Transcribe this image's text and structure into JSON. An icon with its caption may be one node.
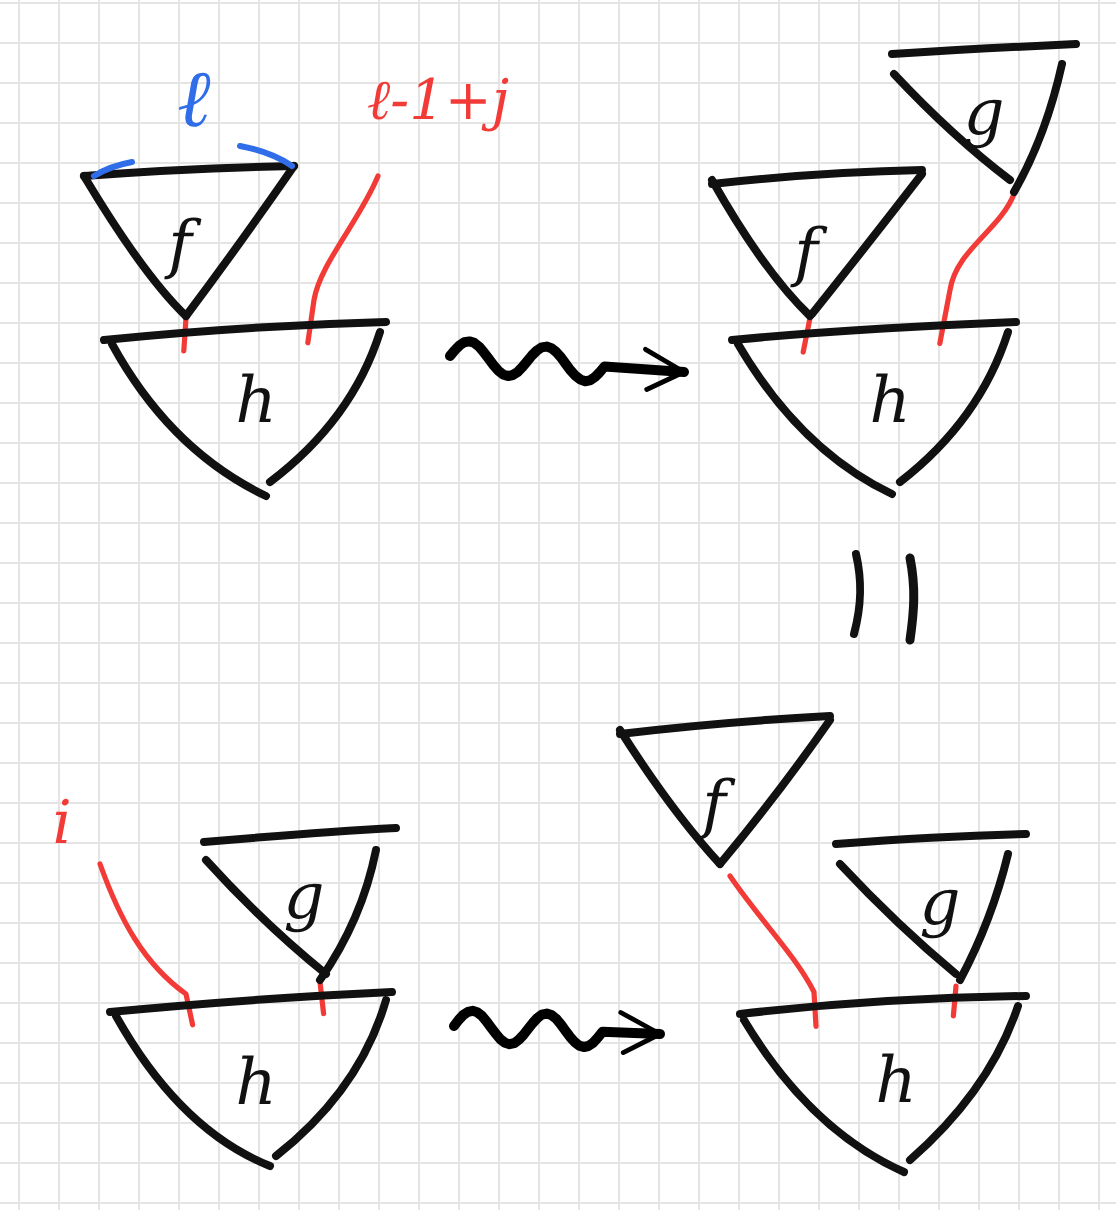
{
  "diagram": {
    "nodes": [
      {
        "text": [
          "f"
        ],
        "beside": [
          "ℓ"
        ]
      },
      {
        "text": [
          "h"
        ]
      },
      {
        "text": [
          "g"
        ]
      },
      {
        "text": [
          "f"
        ]
      },
      {
        "text": [
          "h"
        ]
      },
      {
        "text": [
          "g"
        ]
      },
      {
        "text": [
          "h"
        ]
      },
      {
        "text": [
          "f"
        ]
      },
      {
        "text": [
          "g"
        ]
      },
      {
        "text": [
          "h"
        ]
      }
    ],
    "edges": [
      {
        "from": 0,
        "to": 1,
        "arrow": "none"
      },
      {
        "from": null,
        "to": 1,
        "arrow": "none",
        "label": "ℓ-1+j"
      },
      {
        "from": 1,
        "to": 4,
        "arrow": "to",
        "style": "thick",
        "color": "#000000"
      },
      {
        "from": 3,
        "to": 4,
        "arrow": "none"
      },
      {
        "from": 2,
        "to": 4,
        "arrow": "none"
      },
      {
        "from": null,
        "to": 6,
        "arrow": "none",
        "label": "i"
      },
      {
        "from": 5,
        "to": 6,
        "arrow": "none"
      },
      {
        "from": 6,
        "to": 9,
        "arrow": "to",
        "style": "thick",
        "color": "#000000"
      },
      {
        "from": 7,
        "to": 9,
        "arrow": "none"
      },
      {
        "from": 8,
        "to": 9,
        "arrow": "none"
      }
    ]
  }
}
